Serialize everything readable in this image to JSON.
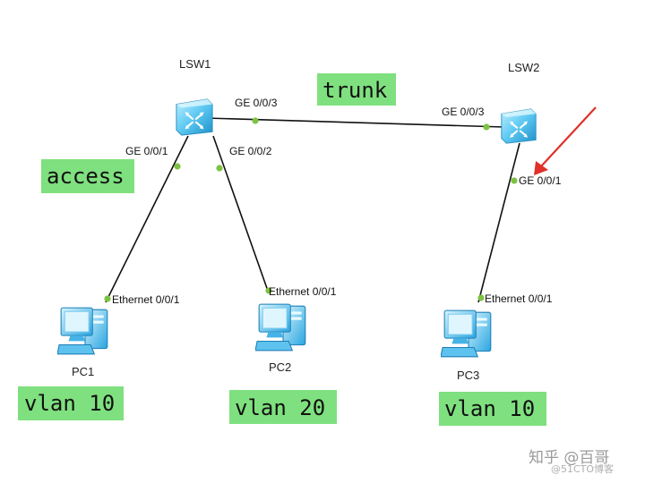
{
  "devices": {
    "lsw1": {
      "label": "LSW1"
    },
    "lsw2": {
      "label": "LSW2"
    },
    "pc1": {
      "label": "PC1"
    },
    "pc2": {
      "label": "PC2"
    },
    "pc3": {
      "label": "PC3"
    }
  },
  "ports": {
    "lsw1_ge003": "GE 0/0/3",
    "lsw1_ge001": "GE 0/0/1",
    "lsw1_ge002": "GE 0/0/2",
    "lsw2_ge003": "GE 0/0/3",
    "lsw2_ge001": "GE 0/0/1",
    "pc1_eth": "Ethernet 0/0/1",
    "pc2_eth": "Ethernet 0/0/1",
    "pc3_eth": "Ethernet 0/0/1"
  },
  "tags": {
    "trunk": "trunk",
    "access": "access",
    "vlan_pc1": "vlan 10",
    "vlan_pc2": "vlan 20",
    "vlan_pc3": "vlan 10"
  },
  "watermark": {
    "line1": "知乎 @百哥",
    "line2": "@51CTO博客"
  },
  "colors": {
    "tag_bg": "#7fe07f",
    "link": "#111111",
    "port_dot": "#7dc242",
    "arrow": "#e0302a",
    "switch_blue": "#4fc3f0",
    "pc_blue": "#3ab0e8"
  }
}
